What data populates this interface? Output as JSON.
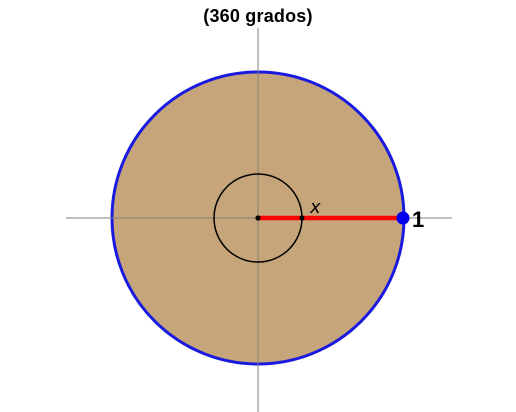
{
  "title": "(360 grados)",
  "labels": {
    "variable": "x",
    "radius_value": "1"
  },
  "colors": {
    "disk_fill": "#c7a57a",
    "outer_circle": "#1a1adf",
    "radius_segment": "#ff0000",
    "endpoint": "#0000ee",
    "axes": "#7f7f7f",
    "inner_circle": "#000000"
  }
}
